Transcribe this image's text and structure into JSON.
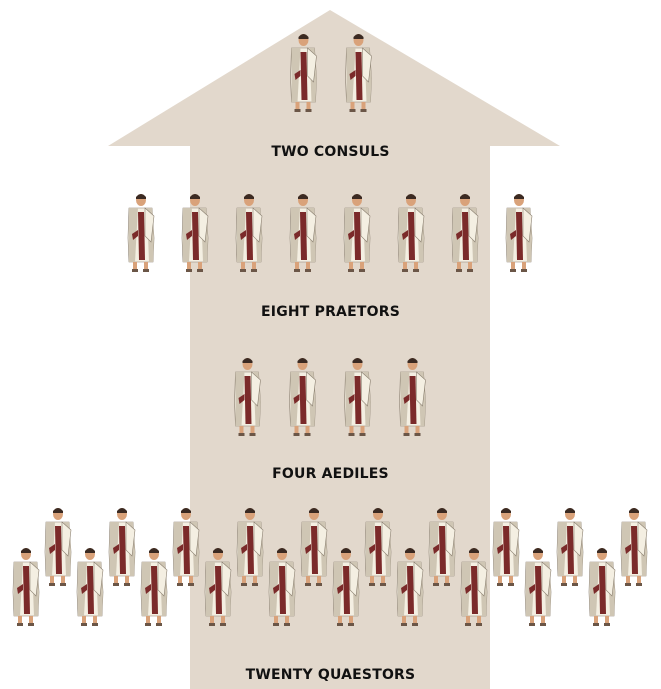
{
  "colors": {
    "arrow": "#e2d8cc",
    "toga": "#f4efe2",
    "toga_shade": "#cfc6b4",
    "stripe": "#7b2a2a",
    "skin": "#d9a27a",
    "hair": "#3b2a22",
    "sandal": "#6b5647"
  },
  "tiers": [
    {
      "label": "TWO CONSULS",
      "count": 2
    },
    {
      "label": "EIGHT PRAETORS",
      "count": 8
    },
    {
      "label": "FOUR AEDILES",
      "count": 4
    },
    {
      "label": "TWENTY QUAESTORS",
      "count": 20
    }
  ]
}
